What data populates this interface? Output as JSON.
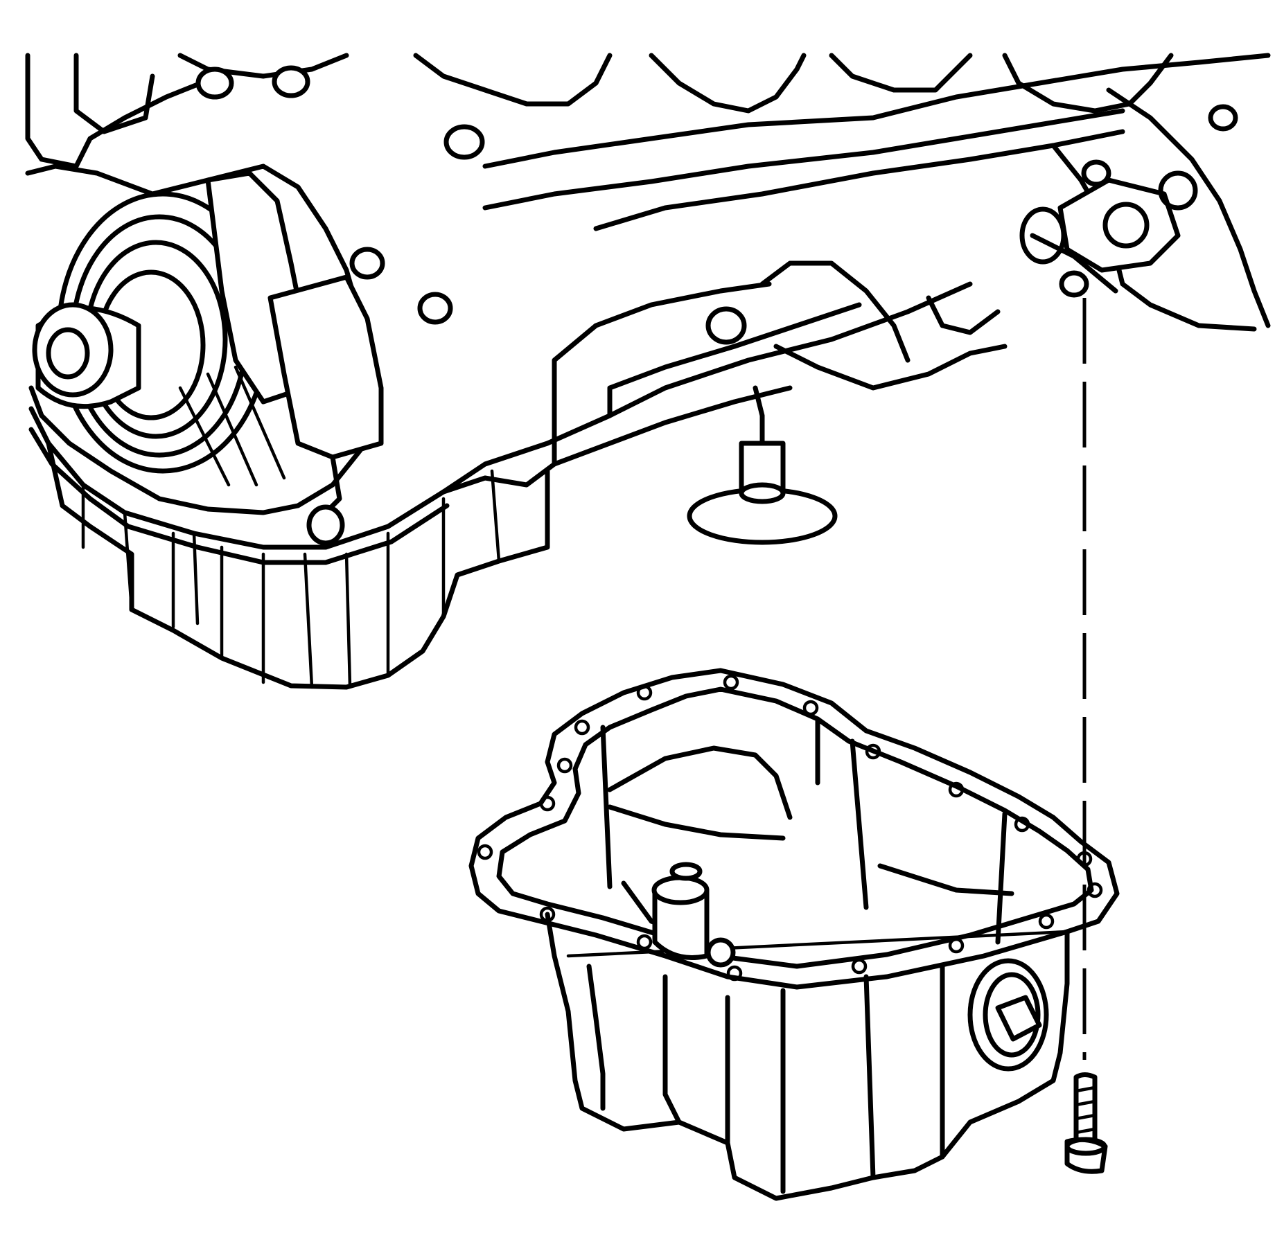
{
  "figure": {
    "subject": "oil-pan-removal-illustration",
    "line_color": "#000000",
    "background_color": "#ffffff"
  },
  "components": [
    {
      "id": "engine-block",
      "icon": "engine-block-icon"
    },
    {
      "id": "crankshaft-balancer",
      "icon": "crankshaft-pulley-icon"
    },
    {
      "id": "oil-pump-pickup",
      "icon": "oil-pickup-icon"
    },
    {
      "id": "oil-pan",
      "icon": "oil-pan-icon"
    },
    {
      "id": "drain-plug",
      "icon": "drain-plug-icon"
    },
    {
      "id": "oil-pan-bolt",
      "icon": "bolt-icon"
    },
    {
      "id": "alignment-guide",
      "icon": "dashed-leader-line-icon"
    }
  ]
}
